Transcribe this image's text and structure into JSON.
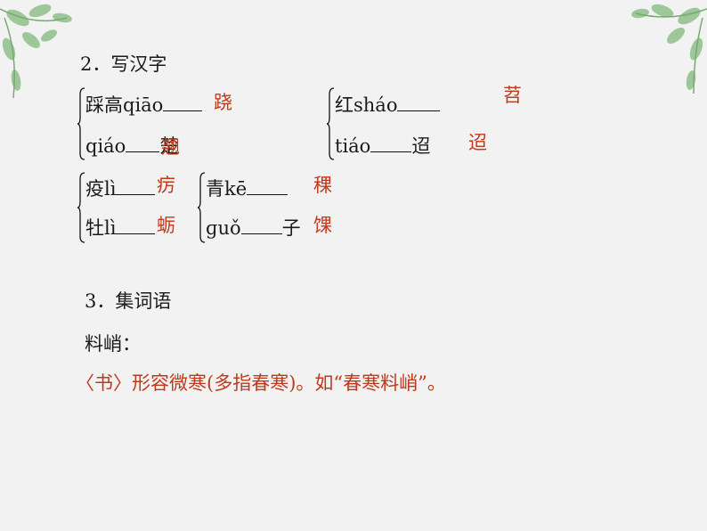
{
  "colors": {
    "answer": "#c0391b",
    "text": "#1a1a1a",
    "background": "#f2f2f2",
    "leaf": "#8fbf8a"
  },
  "section2": {
    "heading": "2．写汉字",
    "g1": {
      "top_pre": "踩高qiāo",
      "top_answer": "跷",
      "bottom_pre": "qiáo",
      "bottom_suffix": "楚",
      "bottom_answer": "翘"
    },
    "g2": {
      "top_pre": "红sháo",
      "top_answer": "苕",
      "bottom_pre": "tiáo",
      "bottom_suffix": "迢",
      "bottom_answer": "迢"
    },
    "g3": {
      "top_pre": "疫lì",
      "top_answer": "疠",
      "bottom_pre": "牡lì",
      "bottom_answer": "蛎"
    },
    "g4": {
      "top_pre": "青kē",
      "top_answer": "稞",
      "bottom_pre": "ɡuǒ",
      "bottom_suffix": "子",
      "bottom_answer": "馃"
    }
  },
  "section3": {
    "heading": "3．集词语",
    "term": "料峭：",
    "definition": "〈书〉形容微寒(多指春寒)。如“春寒料峭”。"
  },
  "decor": {
    "left": "leaf-branch-icon",
    "right": "leaf-branch-icon"
  }
}
